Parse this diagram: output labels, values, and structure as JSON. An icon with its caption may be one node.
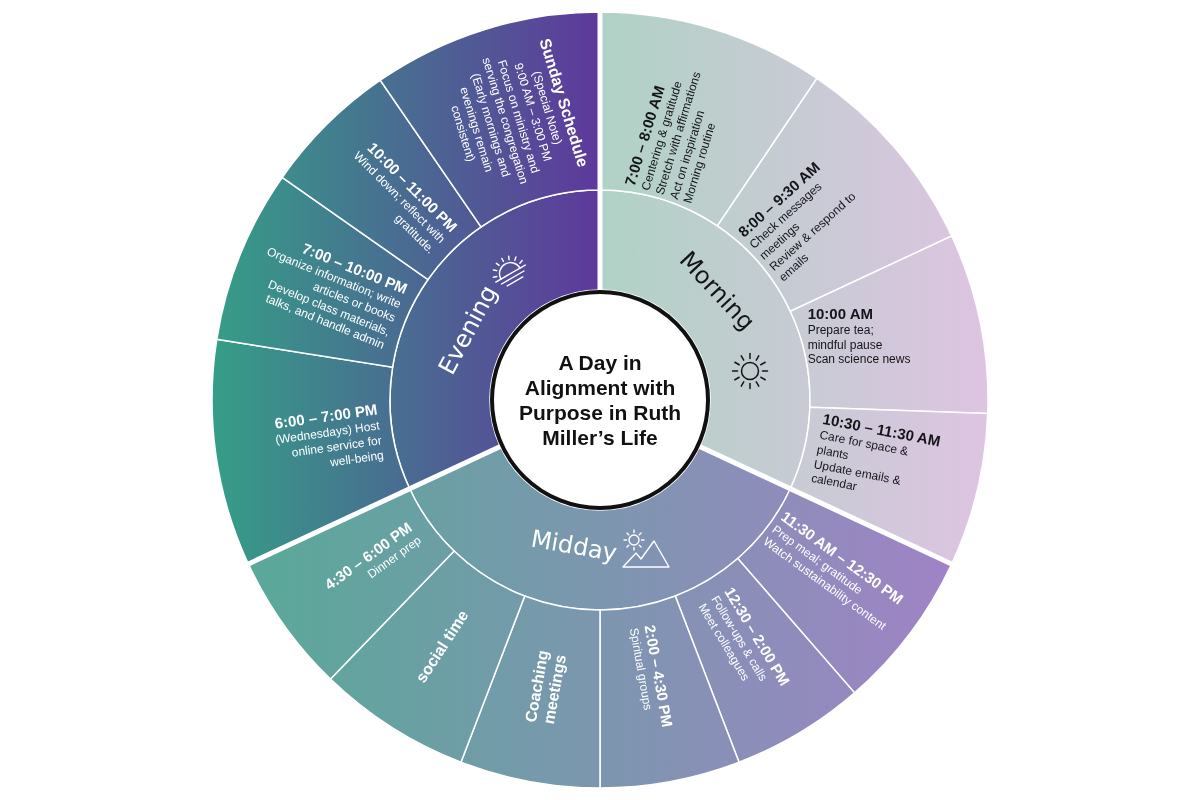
{
  "diagram": {
    "nodes": [
      {
        "text": [
          "A Day in Alignment with Purpose in Ruth Miller’s Life"
        ]
      },
      {
        "text": [
          "Morning"
        ]
      },
      {
        "text": [
          "7:00 – 8:00 AM",
          "Centering & gratitude",
          "Stretch with affirmations",
          "Act on inspiration",
          "Morning routine"
        ]
      },
      {
        "text": [
          "8:00 – 9:30 AM",
          "Check messages meetings",
          "Review & respond to emails"
        ]
      },
      {
        "text": [
          "10:00 AM",
          "Prepare tea; mindful pause",
          "Scan science news"
        ]
      },
      {
        "text": [
          "10:30 – 11:30 AM",
          "Care for space & plants",
          "Update emails & calendar"
        ]
      },
      {
        "text": [
          "Midday"
        ]
      },
      {
        "text": [
          "11:30 AM – 12:30 PM",
          "Prep meal; gratitude",
          "Watch sustainability content"
        ]
      },
      {
        "text": [
          "12:30 – 2:00 PM",
          "Follow-ups & calls",
          "Meet colleagues"
        ]
      },
      {
        "text": [
          "2:00 – 4:30 PM",
          "Spiritual groups"
        ]
      },
      {
        "text": [
          "Coaching meetings"
        ]
      },
      {
        "text": [
          "social time"
        ]
      },
      {
        "text": [
          "4:30 – 6:00 PM",
          "Dinner prep"
        ]
      },
      {
        "text": [
          "Evening"
        ]
      },
      {
        "text": [
          "6:00 – 7:00 PM",
          "(Wednesdays) Host online service for well-being"
        ]
      },
      {
        "text": [
          "7:00 – 10:00 PM",
          "Organize information; write articles or books",
          "Develop class materials, talks, and handle admin"
        ]
      },
      {
        "text": [
          "10:00 – 11:00 PM",
          "Wind down; reflect with gratitude."
        ]
      },
      {
        "text": [
          "Sunday Schedule",
          "(Special Note)",
          "9:00 AM – 3:00 PM",
          "Focus on ministry and serving the congregation",
          "(Early mornings and evenings remain consistent)"
        ]
      }
    ]
  }
}
